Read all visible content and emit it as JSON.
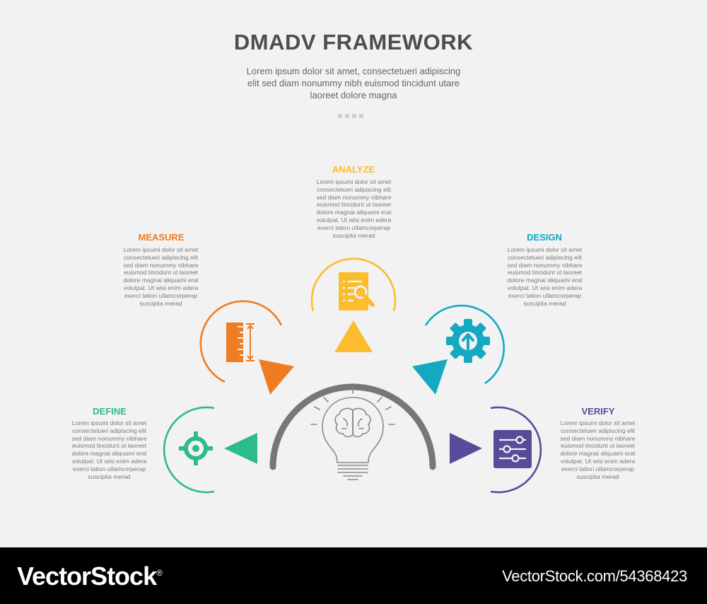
{
  "header": {
    "title": "DMADV FRAMEWORK",
    "subtitle_lines": [
      "Lorem ipsum dolor sit amet, consectetueri adipiscing",
      "elit sed diam nonummy nibh euismod tincidunt utare",
      "laoreet dolore magna"
    ]
  },
  "steps": {
    "define": {
      "title": "DEFINE",
      "color": "#2dba8d",
      "icon": "target-crosshair-icon",
      "desc": [
        "Lorem ipsumi dolor sit amet",
        "consectetueri adipiscing elit",
        "sed diam nonummy nibhare",
        "euismod tincidunt ut laoreet",
        "dolore magnai aliquami erat",
        "volutpat. Ut wisi enim adera",
        "exerci tation ullamcorperap",
        "suscipita merad"
      ]
    },
    "measure": {
      "title": "MEASURE",
      "color": "#f07c22",
      "icon": "ruler-icon",
      "desc": [
        "Lorem ipsumi dolor sit amet",
        "consectetueri adipiscing elit",
        "sed diam nonummy nibhare",
        "euismod tincidunt ut laoreet",
        "dolore magnai aliquami erat",
        "volutpat. Ut wisi enim adera",
        "exerci tation ullamcorperap",
        "suscipita merad"
      ]
    },
    "analyze": {
      "title": "ANALYZE",
      "color": "#fbbd2e",
      "icon": "document-search-icon",
      "desc": [
        "Lorem ipsumi dolor sit amet",
        "consectetueri adipiscing elit",
        "sed diam nonummy nibhare",
        "euismod tincidunt ut laoreet",
        "dolore magnai aliquami erat",
        "volutpat. Ut wisi enim adera",
        "exerci tation ullamcorperap",
        "suscipita merad"
      ]
    },
    "design": {
      "title": "DESIGN",
      "color": "#13a9c0",
      "icon": "gear-upload-icon",
      "desc": [
        "Lorem ipsumi dolor sit amet",
        "consectetueri adipiscing elit",
        "sed diam nonummy nibhare",
        "euismod tincidunt ut laoreet",
        "dolore magnai aliquami erat",
        "volutpat. Ut wisi enim adera",
        "exerci tation ullamcorperap",
        "suscipita merad"
      ]
    },
    "verify": {
      "title": "VERIFY",
      "color": "#5a4a9a",
      "icon": "sliders-icon",
      "desc": [
        "Lorem ipsumi dolor sit amet",
        "consectetueri adipiscing elit",
        "sed diam nonummy nibhare",
        "euismod tincidunt ut laoreet",
        "dolore magnai aliquami erat",
        "volutpat. Ut wisi enim adera",
        "exerci tation ullamcorperap",
        "suscipita merad"
      ]
    }
  },
  "center": {
    "icon": "lightbulb-brain-icon",
    "arc_color": "#777777"
  },
  "footer": {
    "brand": "VectorStock",
    "brand_mark": "®",
    "url": "VectorStock.com/54368423"
  }
}
